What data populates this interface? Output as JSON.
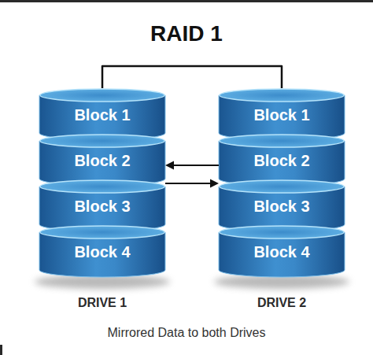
{
  "diagram": {
    "title": "RAID 1",
    "caption": "Mirrored Data to both Drives",
    "nodes": [
      {
        "text": [
          "DRIVE 1"
        ]
      },
      {
        "text": [
          "Block 1"
        ],
        "in": 0
      },
      {
        "text": [
          "Block 2"
        ],
        "in": 0
      },
      {
        "text": [
          "Block 3"
        ],
        "in": 0
      },
      {
        "text": [
          "Block 4"
        ],
        "in": 0
      },
      {
        "text": [
          "DRIVE 2"
        ]
      },
      {
        "text": [
          "Block 1"
        ],
        "in": 5
      },
      {
        "text": [
          "Block 2"
        ],
        "in": 5
      },
      {
        "text": [
          "Block 3"
        ],
        "in": 5
      },
      {
        "text": [
          "Block 4"
        ],
        "in": 5
      }
    ],
    "edges": [
      {
        "from": 0,
        "to": 5,
        "arrow": "none"
      },
      {
        "from": 5,
        "to": 0,
        "arrow": "to"
      },
      {
        "from": 0,
        "to": 5,
        "arrow": "to"
      }
    ]
  }
}
